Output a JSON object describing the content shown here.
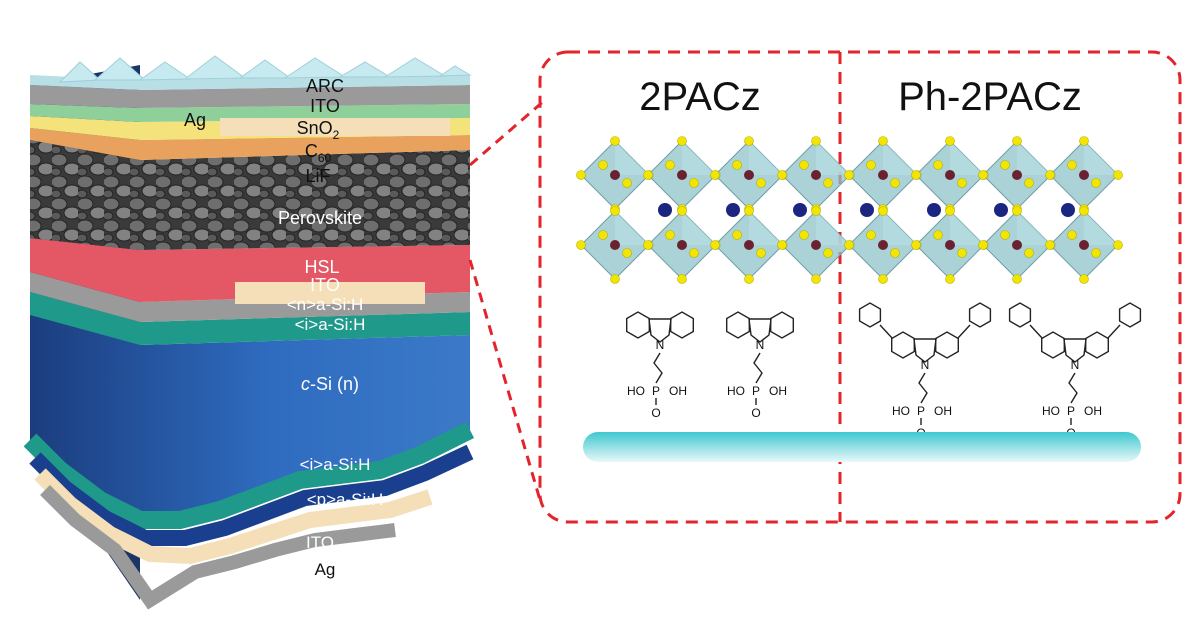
{
  "stack": {
    "layers": {
      "arc": "ARC",
      "ag_top": "Ag",
      "ito_top": "ITO",
      "sno2": "SnO",
      "sno2_sub": "2",
      "c60": "C",
      "c60_sub": "60",
      "lif": "LiF",
      "perovskite": "Perovskite",
      "hsl": "HSL",
      "ito_mid": "ITO",
      "n_asi": "<n>a-Si:H",
      "i_asi_top": "<i>a-Si:H",
      "csi_italic": "c",
      "csi_rest": "-Si (n)",
      "i_asi_bottom": "<i>a-Si:H",
      "p_asi": "<p>a-Si:H",
      "ito_bottom": "ITO",
      "ag_bottom": "Ag"
    }
  },
  "panel": {
    "left_title": "2PACz",
    "right_title": "Ph-2PACz",
    "molecule_atom_n": "N",
    "molecule_atom_p": "P",
    "molecule_atom_o": "O",
    "molecule_oh_left": "HO",
    "molecule_oh_right": "OH"
  },
  "colors": {
    "arc": "#b9dfe6",
    "ag": "#9a9a9a",
    "ito": "#f5dfb8",
    "sno2": "#8fcf9a",
    "c60": "#f3e37a",
    "lif": "#e8a25d",
    "perovskite": "#3c3c3c",
    "hsl": "#e45764",
    "n_asi": "#9a9a9a",
    "i_asi": "#1f9a8a",
    "csi": "#2c5fb0",
    "p_asi": "#1a3f8f",
    "dashed_box": "#e3242b",
    "substrate": "#3ec8cf",
    "octahedron": "#8fc3c9",
    "corner_atom": "#f2e600",
    "center_atom": "#6b2230",
    "a_site": "#1a2680"
  }
}
